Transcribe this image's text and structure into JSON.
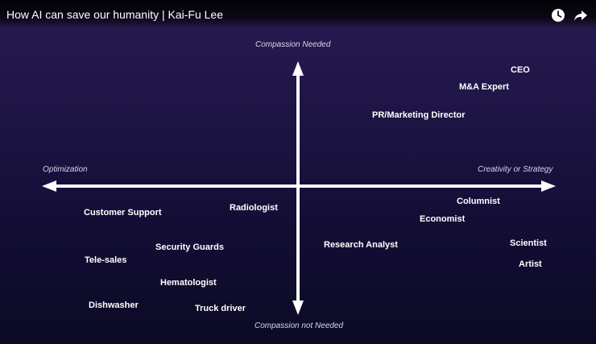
{
  "video": {
    "title": "How AI can save our humanity | Kai-Fu Lee",
    "icons": [
      "clock-icon",
      "share-icon"
    ]
  },
  "slide": {
    "axes": {
      "top": "Compassion Needed",
      "bottom": "Compassion not Needed",
      "left": "Optimization",
      "right": "Creativity or Strategy"
    },
    "jobs": [
      {
        "id": "ceo",
        "label": "CEO"
      },
      {
        "id": "ma-expert",
        "label": "M&A Expert"
      },
      {
        "id": "pr-marketing-director",
        "label": "PR/Marketing Director"
      },
      {
        "id": "columnist",
        "label": "Columnist"
      },
      {
        "id": "economist",
        "label": "Economist"
      },
      {
        "id": "scientist",
        "label": "Scientist"
      },
      {
        "id": "artist",
        "label": "Artist"
      },
      {
        "id": "research-analyst",
        "label": "Research Analyst"
      },
      {
        "id": "radiologist",
        "label": "Radiologist"
      },
      {
        "id": "customer-support",
        "label": "Customer Support"
      },
      {
        "id": "security-guards",
        "label": "Security Guards"
      },
      {
        "id": "tele-sales",
        "label": "Tele-sales"
      },
      {
        "id": "hematologist",
        "label": "Hematologist"
      },
      {
        "id": "dishwasher",
        "label": "Dishwasher"
      },
      {
        "id": "truck-driver",
        "label": "Truck driver"
      }
    ]
  },
  "colors": {
    "background": "#1d1444",
    "axis": "#ffffff",
    "text": "#ffffff"
  }
}
